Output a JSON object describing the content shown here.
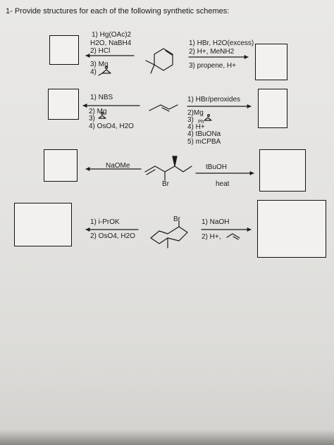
{
  "header": {
    "text": "1- Provide structures for each of the following synthetic schemes:"
  },
  "scheme1": {
    "left_reagents": [
      "1) Hg(OAc)2",
      "H2O, NaBH4",
      "2) HCl",
      "3) Mg",
      "4)"
    ],
    "right_reagents": [
      "1) HBr, H2O(excess)",
      "2) H+, MeNH2",
      "3) propene, H+"
    ]
  },
  "scheme2": {
    "left_reagents": [
      "1) NBS",
      "2) Mg",
      "3)",
      "4) OsO4, H2O"
    ],
    "right_reagents": [
      "1) HBr/peroxides",
      "2)Mg",
      "3)",
      "Ph",
      "4) H+",
      "4) tBuONa",
      "5) mCPBA"
    ]
  },
  "scheme3": {
    "left_reagents": [
      "NaOMe"
    ],
    "right_reagents": [
      "tBuOH",
      "heat"
    ],
    "substituent": "Br"
  },
  "scheme4": {
    "left_reagents": [
      "1) i-PrOK",
      "2) OsO4, H2O"
    ],
    "right_reagents": [
      "1) NaOH",
      "2) H+,"
    ],
    "substituent": "Br"
  },
  "colors": {
    "paper": "#e6e5e3",
    "ink": "#1a1a1a",
    "background": "#6d6b66"
  }
}
